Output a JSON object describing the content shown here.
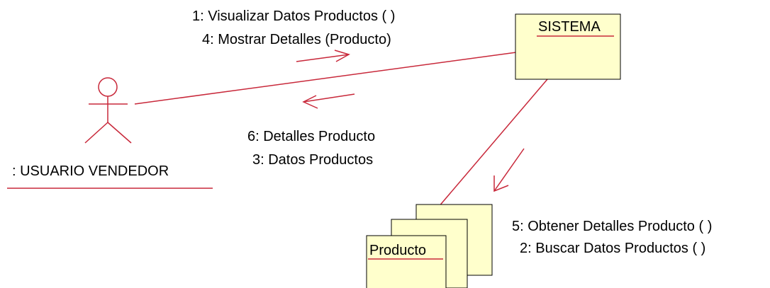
{
  "actor": {
    "name": ": USUARIO VENDEDOR"
  },
  "objects": {
    "sistema": {
      "name": "SISTEMA"
    },
    "producto": {
      "name": "Producto"
    }
  },
  "messages": {
    "to_sistema": [
      "1: Visualizar Datos Productos ( )",
      "4: Mostrar Detalles (Producto)"
    ],
    "to_actor": [
      "6: Detalles Producto",
      "3: Datos Productos"
    ],
    "to_producto": [
      "5: Obtener Detalles Producto ( )",
      "2: Buscar Datos Productos ( )"
    ]
  },
  "colors": {
    "link": "#c8283a",
    "box_fill": "#ffffcc",
    "box_stroke": "#000000",
    "text": "#000000"
  }
}
